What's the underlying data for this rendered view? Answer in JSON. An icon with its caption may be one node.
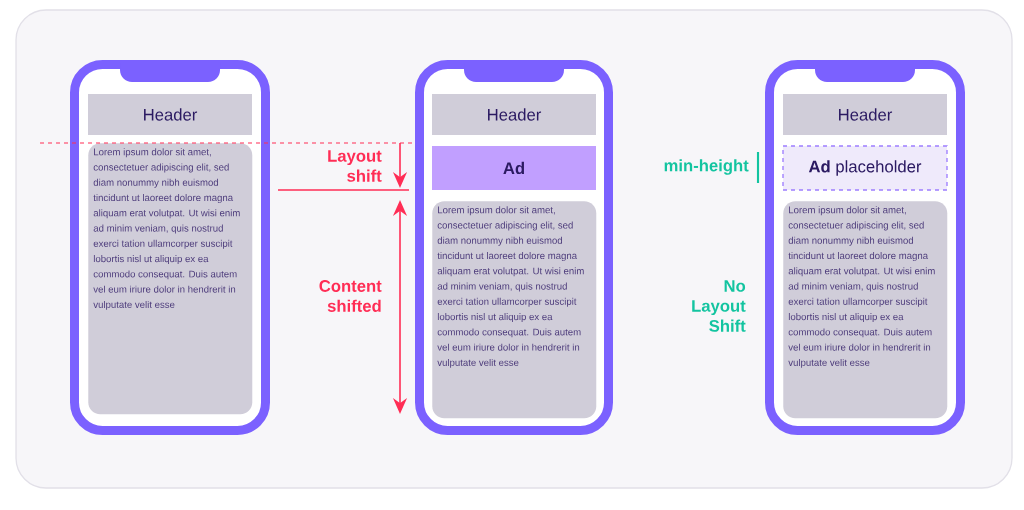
{
  "diagram": {
    "nodes": [
      {
        "text": [],
        "shape": "box"
      },
      {
        "text": [
          "Header"
        ],
        "in": 0
      },
      {
        "text": [
          "Lorem ipsum dolor sit amet, consectetuer adipiscing elit, sed diam nonummy nibh euismod tincidunt ut laoreet dolore magna aliquam erat volutpat. Ut wisi enim ad minim veniam, quis nostrud exerci tation ullamcorper suscipit lobortis nisl ut aliquip ex ea commodo consequat. Duis autem vel eum iriure dolor in hendrerit in vulputate velit esse"
        ],
        "in": 0
      },
      {
        "text": [],
        "shape": "box"
      },
      {
        "text": [
          "Header"
        ],
        "in": 3
      },
      {
        "text": [
          "Ad"
        ],
        "in": 3
      },
      {
        "text": [
          "Lorem ipsum dolor sit amet, consectetuer adipiscing elit, sed diam nonummy nibh euismod tincidunt ut laoreet dolore magna aliquam erat volutpat. Ut wisi enim ad minim veniam, quis nostrud exerci tation ullamcorper suscipit lobortis nisl ut aliquip ex ea commodo consequat. Duis autem vel eum iriure dolor in hendrerit in vulputate velit esse"
        ],
        "in": 3
      },
      {
        "text": [],
        "shape": "box"
      },
      {
        "text": [
          "Header"
        ],
        "in": 7
      },
      {
        "text": [
          "**Ad** placeholder"
        ],
        "in": 7
      },
      {
        "text": [
          "Lorem ipsum dolor sit amet, consectetuer adipiscing elit, sed diam nonummy nibh euismod tincidunt ut laoreet dolore magna aliquam erat volutpat. Ut wisi enim ad minim veniam, quis nostrud exerci tation ullamcorper suscipit lobortis nisl ut aliquip ex ea commodo consequat. Duis autem vel eum iriure dolor in hendrerit in vulputate velit esse"
        ],
        "in": 7
      }
    ],
    "labels": [
      "Layout shift",
      "min-height",
      "Content shifted",
      "No Layout Shift"
    ]
  }
}
